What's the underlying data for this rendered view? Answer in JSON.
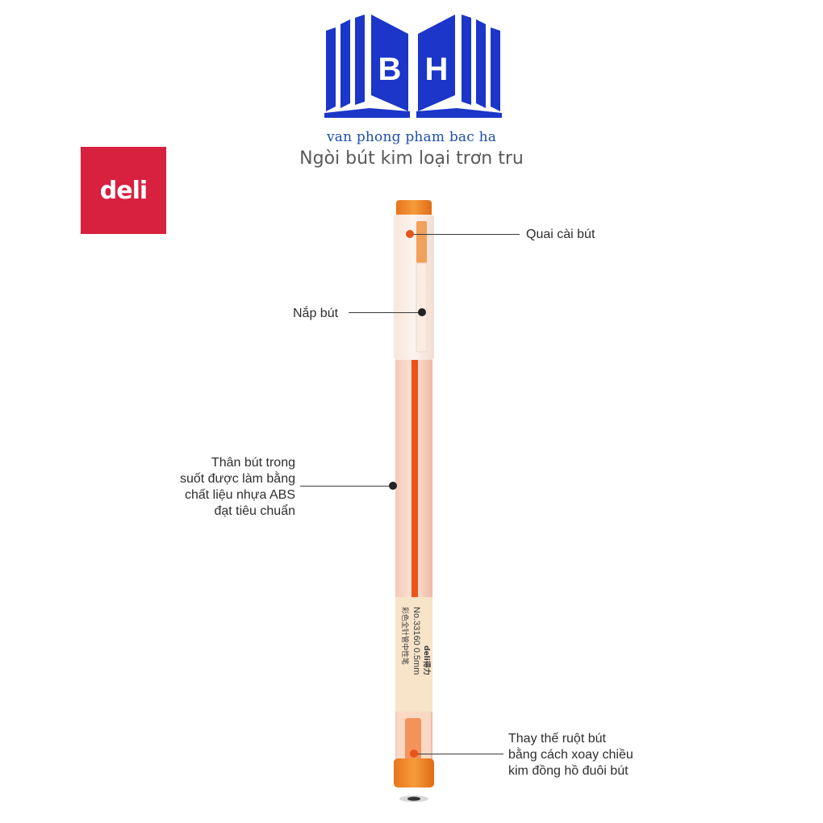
{
  "branding": {
    "store_logo_letters": [
      "B",
      "H"
    ],
    "store_subtitle": "van phong pham bac ha",
    "brand_badge": "deli"
  },
  "headline": "Ngòi bút kim loại trơn tru",
  "pen": {
    "label_lines": [
      "No.33160 0.5mm",
      "彩色全针管中性笔",
      "deli得力"
    ],
    "ink_color": "#e8541a",
    "accent_color": "#f08a2a"
  },
  "callouts": {
    "clip": "Quai cài bút",
    "cap": "Nắp bút",
    "body": [
      "Thân bút trong",
      "suốt được làm bằng",
      "chất liệu nhựa ABS",
      "đạt tiêu chuẩn"
    ],
    "refill": [
      "Thay thế ruột bút",
      "bằng cách xoay chiều",
      "kim đồng hồ đuôi bút"
    ]
  }
}
